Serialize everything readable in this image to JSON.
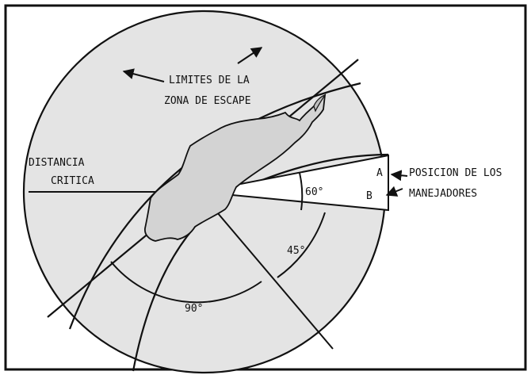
{
  "labels": {
    "zone_line1": "LIMITES DE LA",
    "zone_line2": "ZONA DE ESCAPE",
    "critical_line1": "DISTANCIA",
    "critical_line2": "CRITICA",
    "position_line1": "POSICION DE LOS",
    "position_line2": "MANEJADORES",
    "point_a": "A",
    "point_b": "B",
    "angle_60": "60°",
    "angle_45": "45°",
    "angle_90": "90°"
  },
  "colors": {
    "circle_fill": "#e4e4e4",
    "stroke": "#111111",
    "background": "#ffffff"
  }
}
